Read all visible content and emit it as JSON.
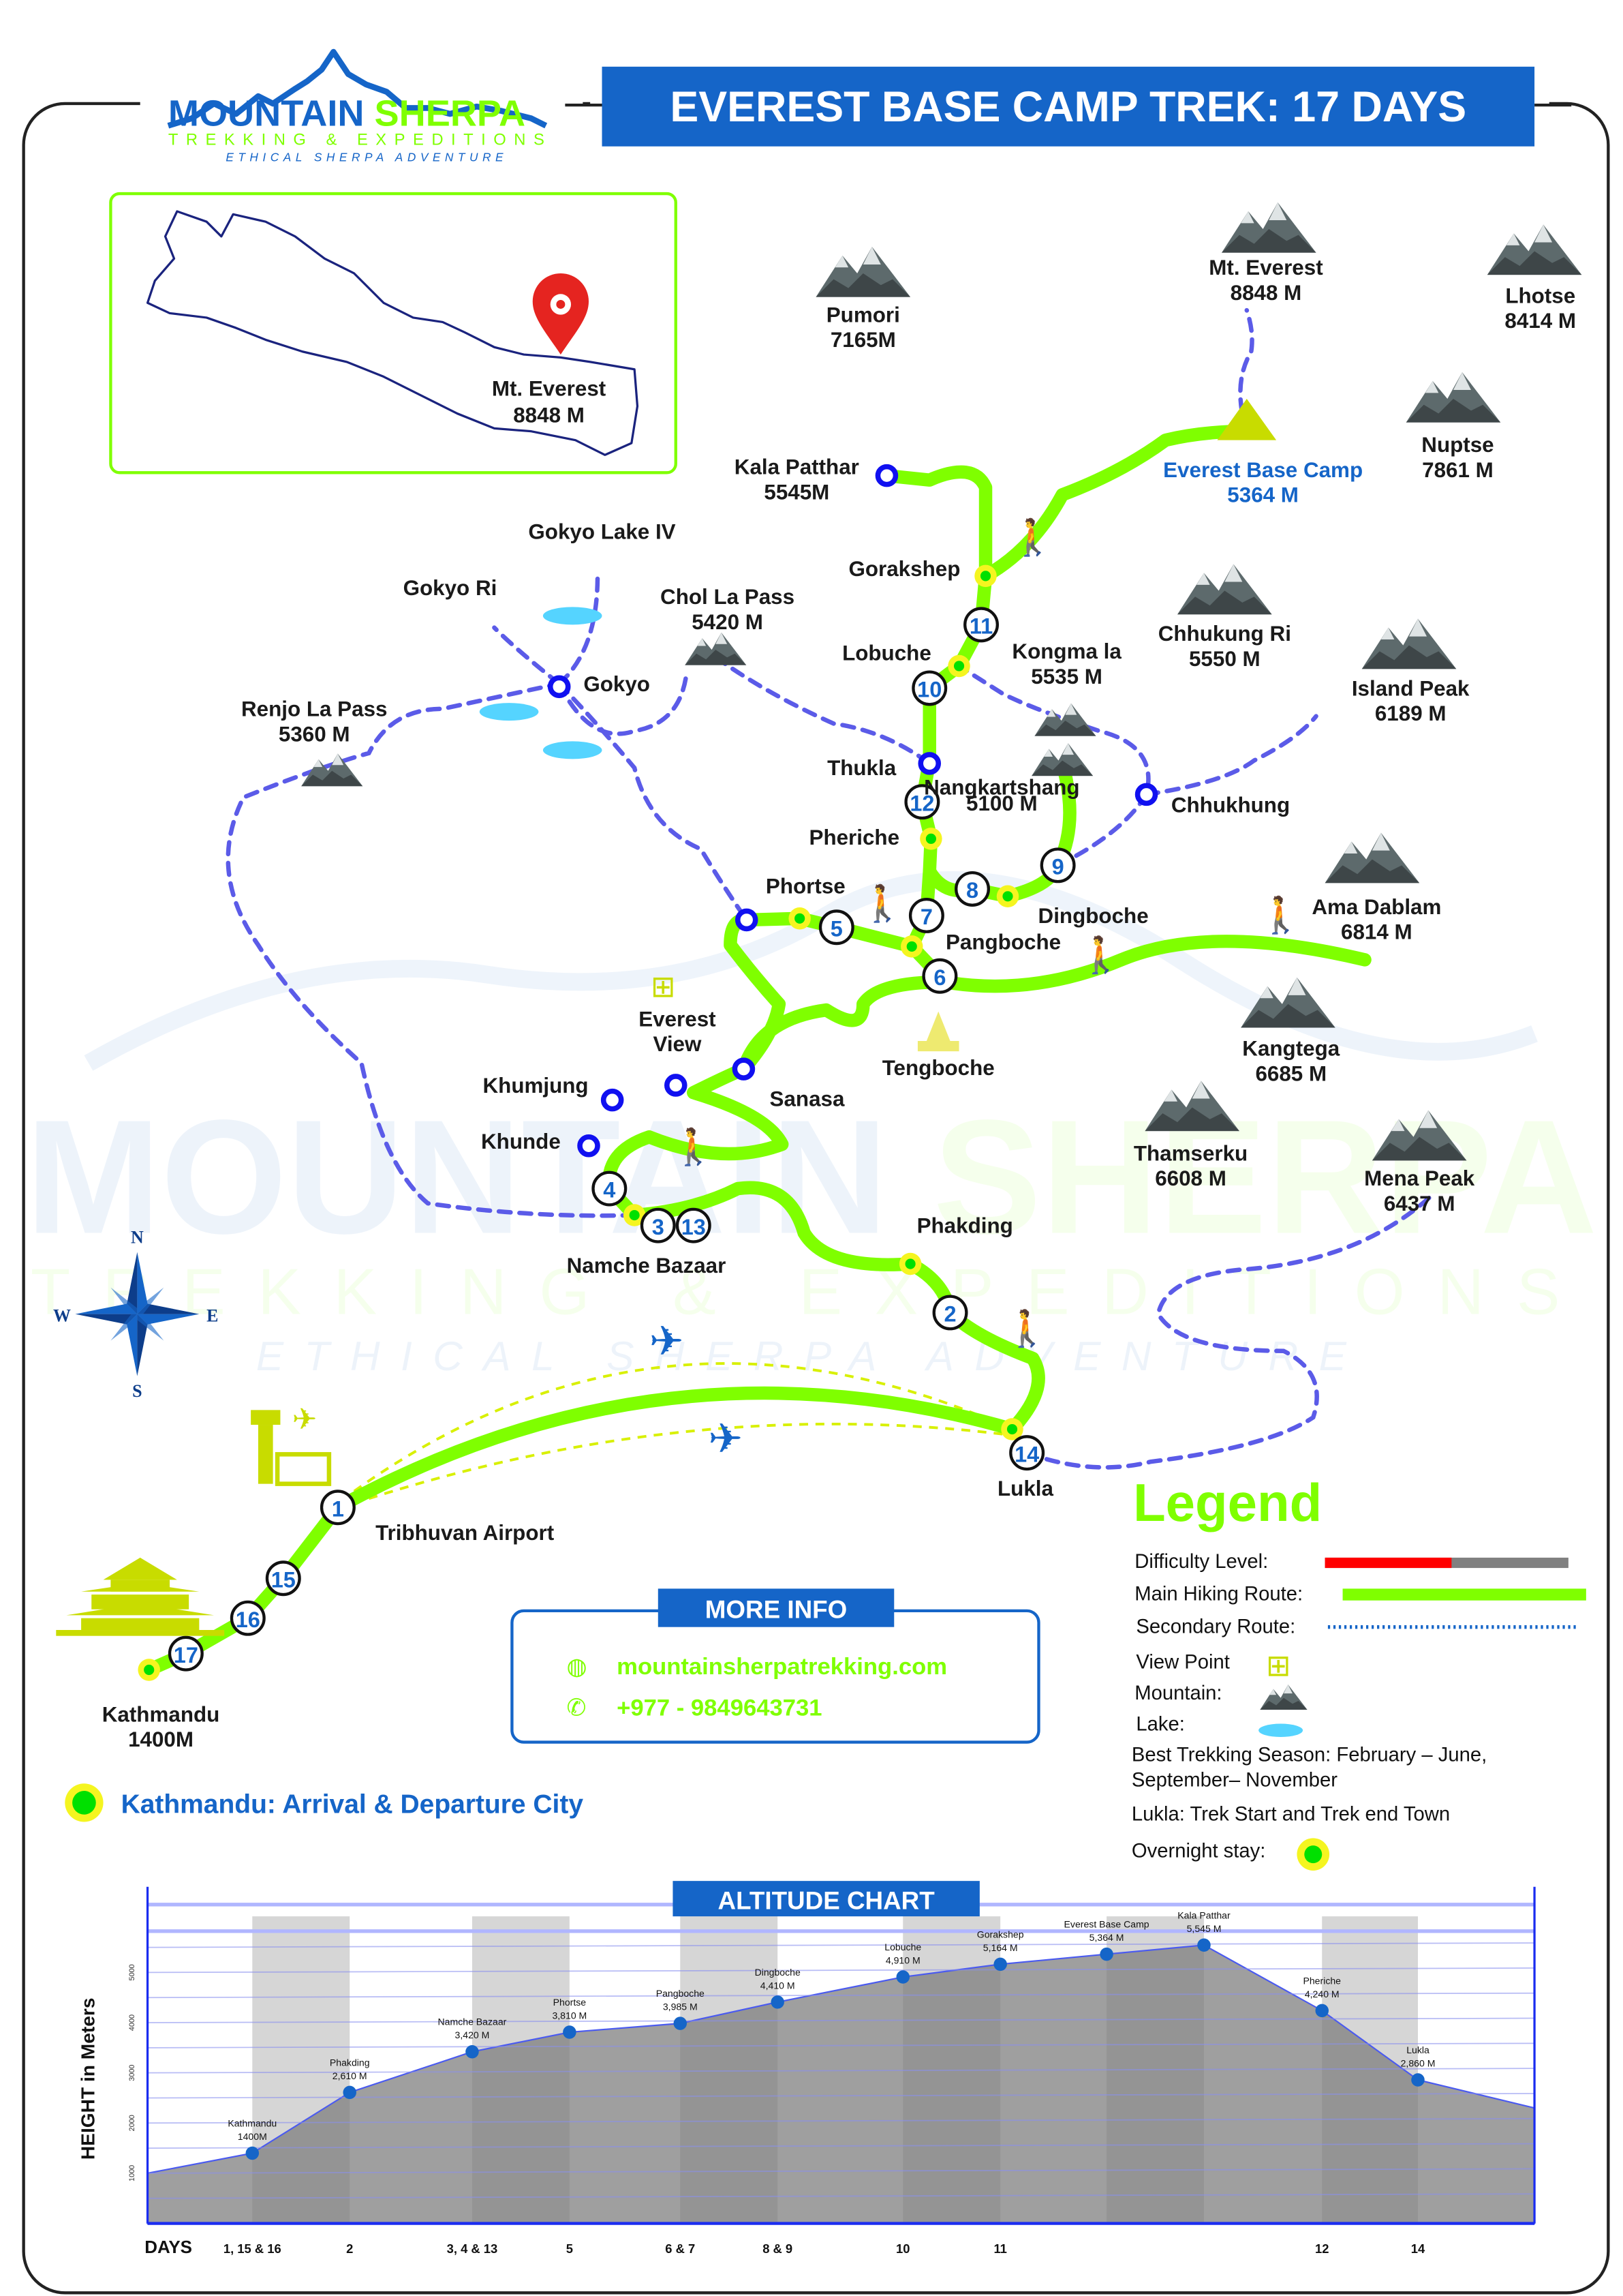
{
  "logo": {
    "name_blue": "MOUNTAIN",
    "name_green": "SHERPA",
    "tagline": "TREKKING & EXPEDITIONS",
    "motto": "ETHICAL SHERPA ADVENTURE"
  },
  "title": "EVEREST BASE CAMP TREK: 17 DAYS",
  "inset": {
    "label": [
      "Mt. Everest",
      "8848 M"
    ]
  },
  "mountains": [
    {
      "name": "Pumori",
      "height": "7165M"
    },
    {
      "name": "Mt. Everest",
      "height": "8848 M"
    },
    {
      "name": "Lhotse",
      "height": "8414 M"
    },
    {
      "name": "Nuptse",
      "height": "7861 M"
    },
    {
      "name": "Chol La Pass",
      "height": "5420 M"
    },
    {
      "name": "Kongma la",
      "height": "5535 M"
    },
    {
      "name": "Chhukung Ri",
      "height": "5550 M"
    },
    {
      "name": "Island Peak",
      "height": "6189 M"
    },
    {
      "name": "Renjo La Pass",
      "height": "5360 M"
    },
    {
      "name": "Ama Dablam",
      "height": "6814 M"
    },
    {
      "name": "Kangtega",
      "height": "6685 M"
    },
    {
      "name": "Thamserku",
      "height": "6608 M"
    },
    {
      "name": "Mena Peak",
      "height": "6437 M"
    },
    {
      "name": "Nangkartshang",
      "height": "5100 M"
    }
  ],
  "places": [
    {
      "name": "Kala Patthar",
      "sub": "5545M"
    },
    {
      "name": "Everest Base Camp",
      "sub": "5364 M"
    },
    {
      "name": "Gorakshep",
      "sub": ""
    },
    {
      "name": "Lobuche",
      "sub": ""
    },
    {
      "name": "Thukla",
      "sub": ""
    },
    {
      "name": "Pheriche",
      "sub": ""
    },
    {
      "name": "Phortse",
      "sub": ""
    },
    {
      "name": "Dingboche",
      "sub": ""
    },
    {
      "name": "Pangboche",
      "sub": ""
    },
    {
      "name": "Gokyo",
      "sub": ""
    },
    {
      "name": "Gokyo Lake IV",
      "sub": ""
    },
    {
      "name": "Gokyo Ri",
      "sub": ""
    },
    {
      "name": "Chhukhung",
      "sub": ""
    },
    {
      "name": "Everest",
      "sub": "View"
    },
    {
      "name": "Tengboche",
      "sub": ""
    },
    {
      "name": "Sanasa",
      "sub": ""
    },
    {
      "name": "Khumjung",
      "sub": ""
    },
    {
      "name": "Khunde",
      "sub": ""
    },
    {
      "name": "Namche Bazaar",
      "sub": ""
    },
    {
      "name": "Phakding",
      "sub": ""
    },
    {
      "name": "Lukla",
      "sub": ""
    },
    {
      "name": "Tribhuvan Airport",
      "sub": ""
    },
    {
      "name": "Kathmandu",
      "sub": "1400M"
    }
  ],
  "day_markers": [
    "1",
    "2",
    "3",
    "4",
    "5",
    "6",
    "7",
    "8",
    "9",
    "10",
    "11",
    "12",
    "13",
    "14",
    "15",
    "16",
    "17"
  ],
  "compass": {
    "n": "N",
    "s": "S",
    "e": "E",
    "w": "W"
  },
  "more_info": {
    "title": "MORE INFO",
    "website": "mountainsherpatrekking.com",
    "phone": "+977 - 9849643731"
  },
  "arrival": "Kathmandu: Arrival & Departure City",
  "legend": {
    "title": "Legend",
    "difficulty": "Difficulty Level:",
    "difficulty_level": 0.52,
    "main_route": "Main Hiking Route:",
    "secondary_route": "Secondary Route:",
    "view_point": "View Point",
    "mountain": "Mountain:",
    "lake": "Lake:",
    "season": "Best Trekking Season: February – June,",
    "season2": "September– November",
    "lukla": "Lukla: Trek Start and Trek end Town",
    "overnight": "Overnight stay:"
  },
  "colors": {
    "brand_blue": "#1565c8",
    "route_green": "#7fff00",
    "secondary": "#5b5be8",
    "difficulty_red": "#ff0000",
    "difficulty_gray": "#808080"
  },
  "chart_data": {
    "type": "area",
    "title": "ALTITUDE CHART",
    "ylabel": "HEIGHT in Meters",
    "xlabel": "DAYS",
    "yticks": [
      1000,
      2000,
      3000,
      4000,
      5000
    ],
    "points": [
      {
        "name": "Kathmandu",
        "value_label": "1400M",
        "value": 1400,
        "day": "1, 15 & 16"
      },
      {
        "name": "Phakding",
        "value_label": "2,610 M",
        "value": 2610,
        "day": "2"
      },
      {
        "name": "Namche Bazaar",
        "value_label": "3,420 M",
        "value": 3420,
        "day": "3, 4 & 13"
      },
      {
        "name": "Phortse",
        "value_label": "3,810 M",
        "value": 3810,
        "day": "5"
      },
      {
        "name": "Pangboche",
        "value_label": "3,985 M",
        "value": 3985,
        "day": "6 & 7"
      },
      {
        "name": "Dingboche",
        "value_label": "4,410 M",
        "value": 4410,
        "day": "8 & 9"
      },
      {
        "name": "Lobuche",
        "value_label": "4,910 M",
        "value": 4910,
        "day": "10"
      },
      {
        "name": "Gorakshep",
        "value_label": "5,164 M",
        "value": 5164,
        "day": "11"
      },
      {
        "name": "Everest Base Camp",
        "value_label": "5,364 M",
        "value": 5364,
        "day": ""
      },
      {
        "name": "Kala Patthar",
        "value_label": "5,545 M",
        "value": 5545,
        "day": ""
      },
      {
        "name": "Pheriche",
        "value_label": "4,240 M",
        "value": 4240,
        "day": "12"
      },
      {
        "name": "Lukla",
        "value_label": "2,860 M",
        "value": 2860,
        "day": "14"
      }
    ],
    "start_value": 1000,
    "end_value": 2300
  }
}
